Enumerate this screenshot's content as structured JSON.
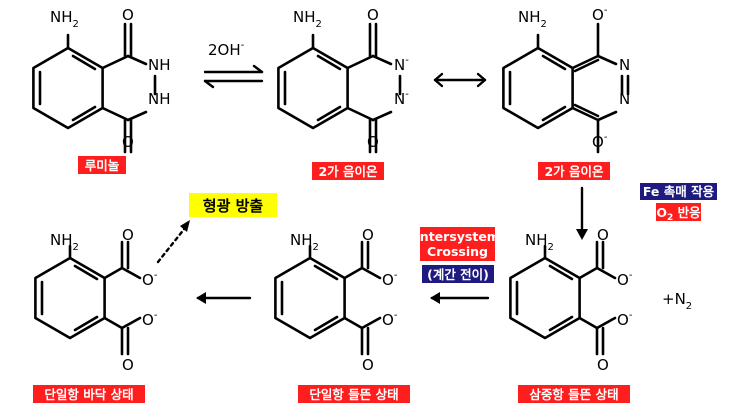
{
  "colors": {
    "label_red": "#ff1e1e",
    "label_blue": "#1e1a80",
    "highlight_yellow": "#ffff00"
  },
  "molecules": {
    "luminol": {
      "nh2": "NH",
      "nh2_sub": "2",
      "o_top": "O",
      "o_bottom": "O",
      "nh_top": "NH",
      "nh_bottom": "NH"
    },
    "dianion": {
      "nh2": "NH",
      "nh2_sub": "2",
      "o_top": "O",
      "o_bottom": "O",
      "n_top": "N",
      "n_bottom": "N",
      "charge": "-"
    },
    "dianion_resonance": {
      "nh2": "NH",
      "nh2_sub": "2",
      "o_top": "O",
      "o_bottom": "O",
      "n_top": "N",
      "n_bottom": "N",
      "charge": "-"
    },
    "triplet": {
      "nh2": "NH",
      "nh2_sub": "2",
      "o1": "O",
      "o2": "O",
      "o3": "O",
      "o4": "O",
      "charge": "-"
    },
    "singlet_excited": {
      "nh2": "NH",
      "nh2_sub": "2",
      "o1": "O",
      "o2": "O",
      "o3": "O",
      "o4": "O",
      "charge": "-"
    },
    "singlet_ground": {
      "nh2": "NH",
      "nh2_sub": "2",
      "o1": "O",
      "o2": "O",
      "o3": "O",
      "o4": "O",
      "charge": "-"
    }
  },
  "reagents": {
    "base": "2OH",
    "base_charge": "-",
    "n2_plus": "+N",
    "n2_sub": "2"
  },
  "labels": {
    "luminol": "루미놀",
    "dianion_1": "2가 음이온",
    "dianion_2": "2가 음이온",
    "fe_line1": "Fe 촉매 작용",
    "fe_line2_o": "O",
    "fe_line2_sub": "2",
    "fe_line2_rest": " 반응",
    "isc_line1": "Intersystem",
    "isc_line2": "Crossing",
    "isc_korean": "(계간 전이)",
    "triplet": "삼중항 들뜬 상태",
    "singlet_excited": "단일항 들뜬 상태",
    "singlet_ground": "단일항 바닥 상태",
    "emission": "형광 방출"
  }
}
